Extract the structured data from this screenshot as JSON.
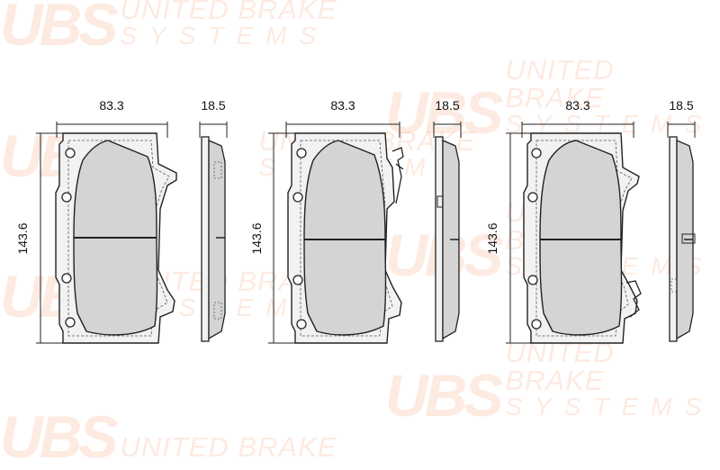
{
  "watermark": {
    "logo": "UBS",
    "line1": "UNITED BRAKE",
    "line2": "SYSTEMS",
    "color": "#f7a37a"
  },
  "pads": [
    {
      "name": "pad-1",
      "width_label": "83.3",
      "thickness_label": "18.5",
      "height_label": "143.6"
    },
    {
      "name": "pad-2",
      "width_label": "83.3",
      "thickness_label": "18.5",
      "height_label": "143.6"
    },
    {
      "name": "pad-3",
      "width_label": "83.3",
      "thickness_label": "18.5",
      "height_label": "143.6"
    }
  ],
  "colors": {
    "friction": "#d4d4d4",
    "plate": "#f2f2f2",
    "line": "#222222"
  }
}
